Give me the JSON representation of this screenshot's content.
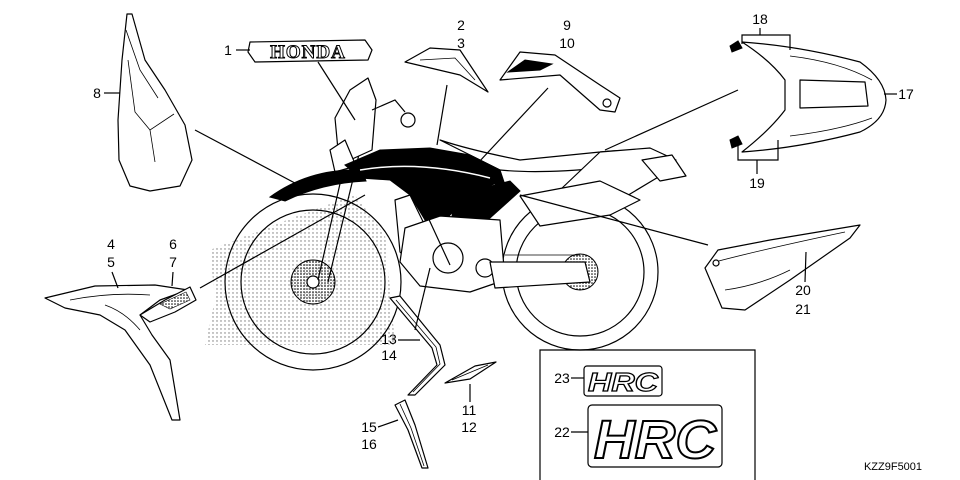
{
  "callouts": {
    "n1": "1",
    "n2": "2",
    "n3": "3",
    "n4": "4",
    "n5": "5",
    "n6": "6",
    "n7": "7",
    "n8": "8",
    "n9": "9",
    "n10": "10",
    "n11": "11",
    "n12": "12",
    "n13": "13",
    "n14": "14",
    "n15": "15",
    "n16": "16",
    "n17": "17",
    "n18": "18",
    "n19": "19",
    "n20": "20",
    "n21": "21",
    "n22": "22",
    "n23": "23"
  },
  "logos": {
    "honda_emblem": "HONDA",
    "hrc_small": "HRC",
    "hrc_large": "HRC"
  },
  "diagram_code": "KZZ9F5001",
  "colors": {
    "line": "#000000",
    "background": "#ffffff"
  }
}
